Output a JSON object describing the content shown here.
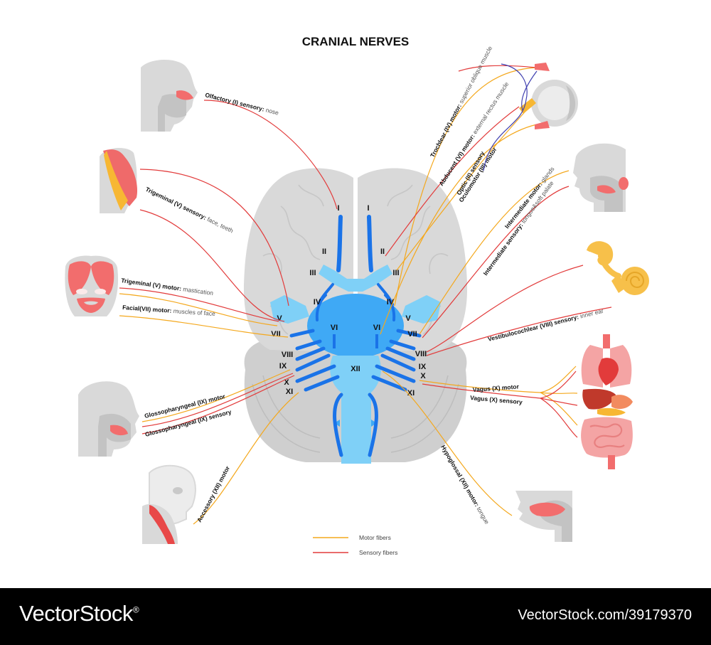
{
  "title": "CRANIAL NERVES",
  "colors": {
    "motor": "#f4a81d",
    "sensory": "#e23b3b",
    "nerve_light": "#7fd0f7",
    "nerve_mid": "#3fa9f5",
    "nerve_dark": "#1a73e8",
    "brain": "#d9d9d9",
    "cerebellum": "#cfcfcf"
  },
  "roman": {
    "I": "I",
    "II": "II",
    "III": "III",
    "IV": "IV",
    "V": "V",
    "VI": "VI",
    "VII": "VII",
    "VIII": "VIII",
    "IX": "IX",
    "X": "X",
    "XI": "XI",
    "XII": "XII"
  },
  "labels": [
    {
      "id": "olfactory",
      "bold": "Olfactory (I) sensory:",
      "normal": " nose"
    },
    {
      "id": "trigeminal-sensory",
      "bold": "Trigeminal (V) sensory:",
      "normal": " face, teeth"
    },
    {
      "id": "trigeminal-motor",
      "bold": "Trigeminal (V) motor:",
      "normal": " mastication"
    },
    {
      "id": "facial-motor",
      "bold": "Facial(VII) motor:",
      "normal": " muscles of face"
    },
    {
      "id": "glosso-motor",
      "bold": "Glossopharyngeal (IX) motor",
      "normal": ""
    },
    {
      "id": "glosso-sensory",
      "bold": "Glossopharyngeal (IX) sensory",
      "normal": ""
    },
    {
      "id": "accessory",
      "bold": "Accessory (XII) motor",
      "normal": ""
    },
    {
      "id": "trochlear",
      "bold": "Trochlear (IV) motor:",
      "normal": " superior oblique muscle"
    },
    {
      "id": "abducent",
      "bold": "Abducent (VI) motor:",
      "normal": " external rectus muscle"
    },
    {
      "id": "optic",
      "bold": "Optic (II) sensory",
      "normal": ""
    },
    {
      "id": "oculomotor",
      "bold": "Oculomotor (III) motor",
      "normal": ""
    },
    {
      "id": "intermediate-motor",
      "bold": "Intermediate motor:",
      "normal": " glands"
    },
    {
      "id": "intermediate-sensory",
      "bold": "Intermediate sensory:",
      "normal": " tongue&soft palate"
    },
    {
      "id": "vestibulocochlear",
      "bold": "Vestibulocochlear (VIII) sensory:",
      "normal": " inner ear"
    },
    {
      "id": "vagus-motor",
      "bold": "Vagus (X) motor",
      "normal": ""
    },
    {
      "id": "vagus-sensory",
      "bold": "Vagus (X) sensory",
      "normal": ""
    },
    {
      "id": "hypoglossal",
      "bold": "Hypoglossal (XII) motor:",
      "normal": " tongue"
    }
  ],
  "legend": {
    "motor": "Motor fibers",
    "sensory": "Sensory fibers"
  },
  "footer": {
    "brand": "VectorStock",
    "brand_mark": "®",
    "stock_url": "VectorStock.com/39179370"
  }
}
